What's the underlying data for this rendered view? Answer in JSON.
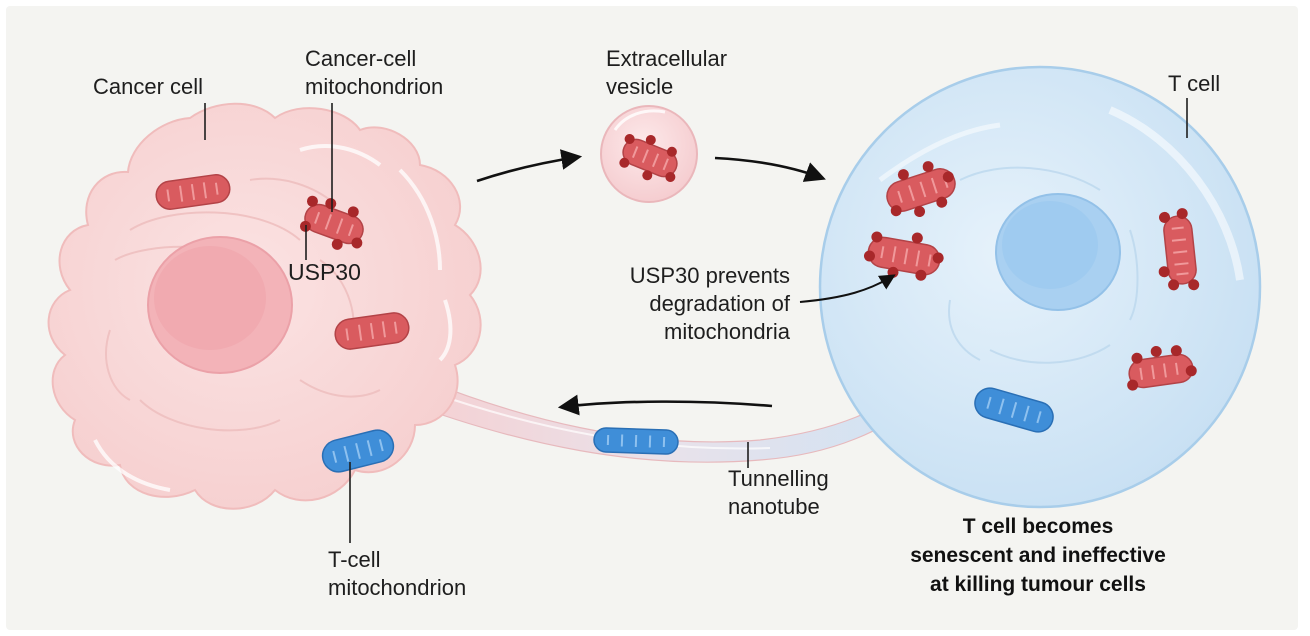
{
  "labels": {
    "cancer_cell": "Cancer cell",
    "cancer_cell_mitochondrion": "Cancer-cell\nmitochondrion",
    "usp30": "USP30",
    "extracellular_vesicle": "Extracellular\nvesicle",
    "t_cell": "T cell",
    "usp30_prevents": "USP30 prevents\ndegradation of\nmitochondria",
    "tunnelling_nanotube": "Tunnelling\nnanotube",
    "t_cell_mitochondrion": "T-cell\nmitochondrion",
    "outcome": "T cell becomes\nsenescent and ineffective\nat killing tumour cells"
  },
  "colors": {
    "background": "#f4f4f1",
    "cancer_cell_fill": "#f8d6d6",
    "cancer_nucleus": "#ef9ea6",
    "t_cell_fill": "#d4e8f7",
    "t_cell_nucleus": "#a9d0f1",
    "cancer_mitochondrion": "#d95b5f",
    "t_cell_mitochondrion": "#3f8ed8",
    "usp30_dot": "#a8282a",
    "arrow": "#111111"
  }
}
